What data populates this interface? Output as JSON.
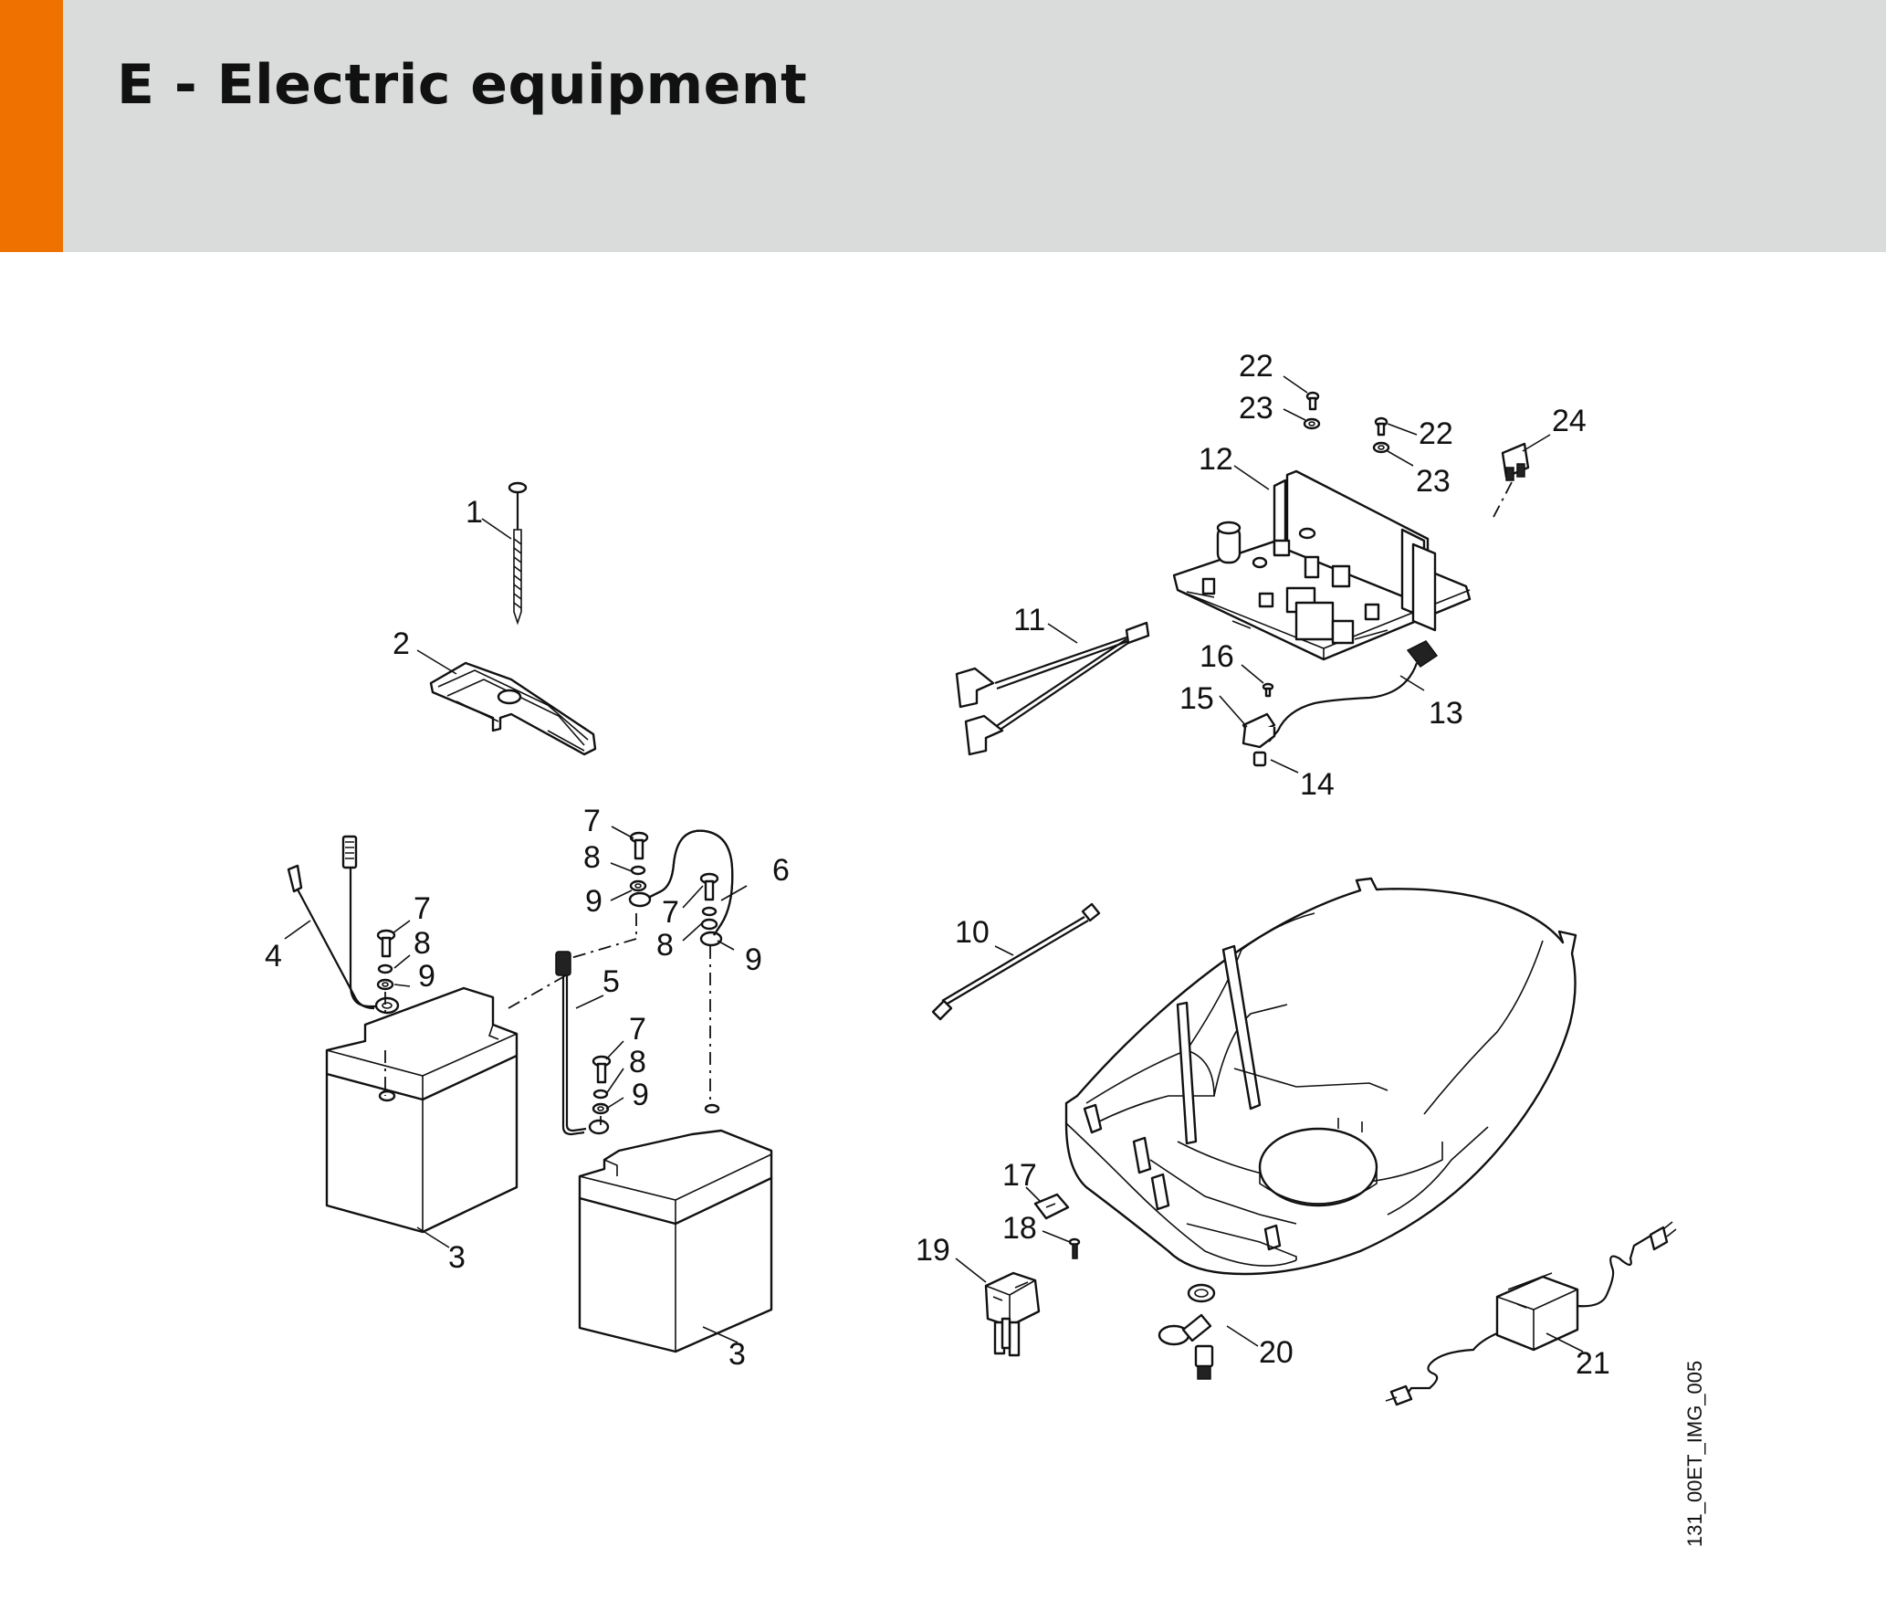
{
  "header": {
    "title": "E - Electric equipment",
    "accent_color": "#ef7100",
    "band_color": "#dadbdb"
  },
  "diagram": {
    "reference_code": "131_00ET_IMG_005",
    "callouts": [
      "1",
      "2",
      "3",
      "3",
      "4",
      "5",
      "6",
      "7",
      "8",
      "9",
      "7",
      "8",
      "9",
      "7",
      "8",
      "9",
      "10",
      "11",
      "12",
      "13",
      "14",
      "15",
      "16",
      "17",
      "18",
      "19",
      "20",
      "21",
      "22",
      "23",
      "22",
      "23",
      "24"
    ]
  }
}
